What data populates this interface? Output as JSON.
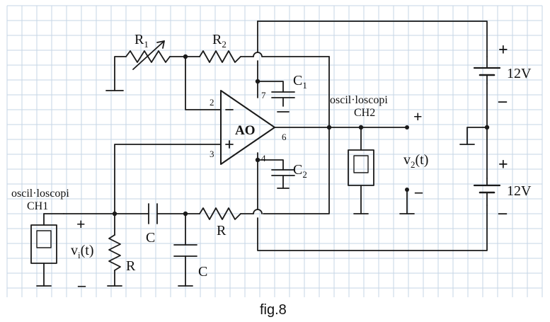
{
  "figure": {
    "caption": "fig.8",
    "opamp": "AO",
    "pins": {
      "inv": "2",
      "noninv": "3",
      "vpos": "7",
      "vneg": "4",
      "out": "6"
    },
    "components": {
      "r1": "R",
      "r1_sub": "1",
      "r2": "R",
      "r2_sub": "2",
      "c1": "C",
      "c1_sub": "1",
      "c2": "C",
      "c2_sub": "2",
      "c_series": "C",
      "c_shunt": "C",
      "r_series": "R",
      "r_shunt": "R"
    },
    "supplies": {
      "top_voltage": "12V",
      "bottom_voltage": "12V",
      "plus": "+",
      "minus": "–"
    },
    "scope_ch1": {
      "name": "oscil·loscopi",
      "channel": "CH1",
      "signal": "v",
      "signal_sub": "i",
      "signal_arg": "(t)",
      "plus": "+",
      "minus": "–"
    },
    "scope_ch2": {
      "name": "oscil·loscopi",
      "channel": "CH2",
      "signal": "v",
      "signal_sub": "2",
      "signal_arg": "(t)",
      "plus": "+",
      "minus": "–"
    }
  }
}
